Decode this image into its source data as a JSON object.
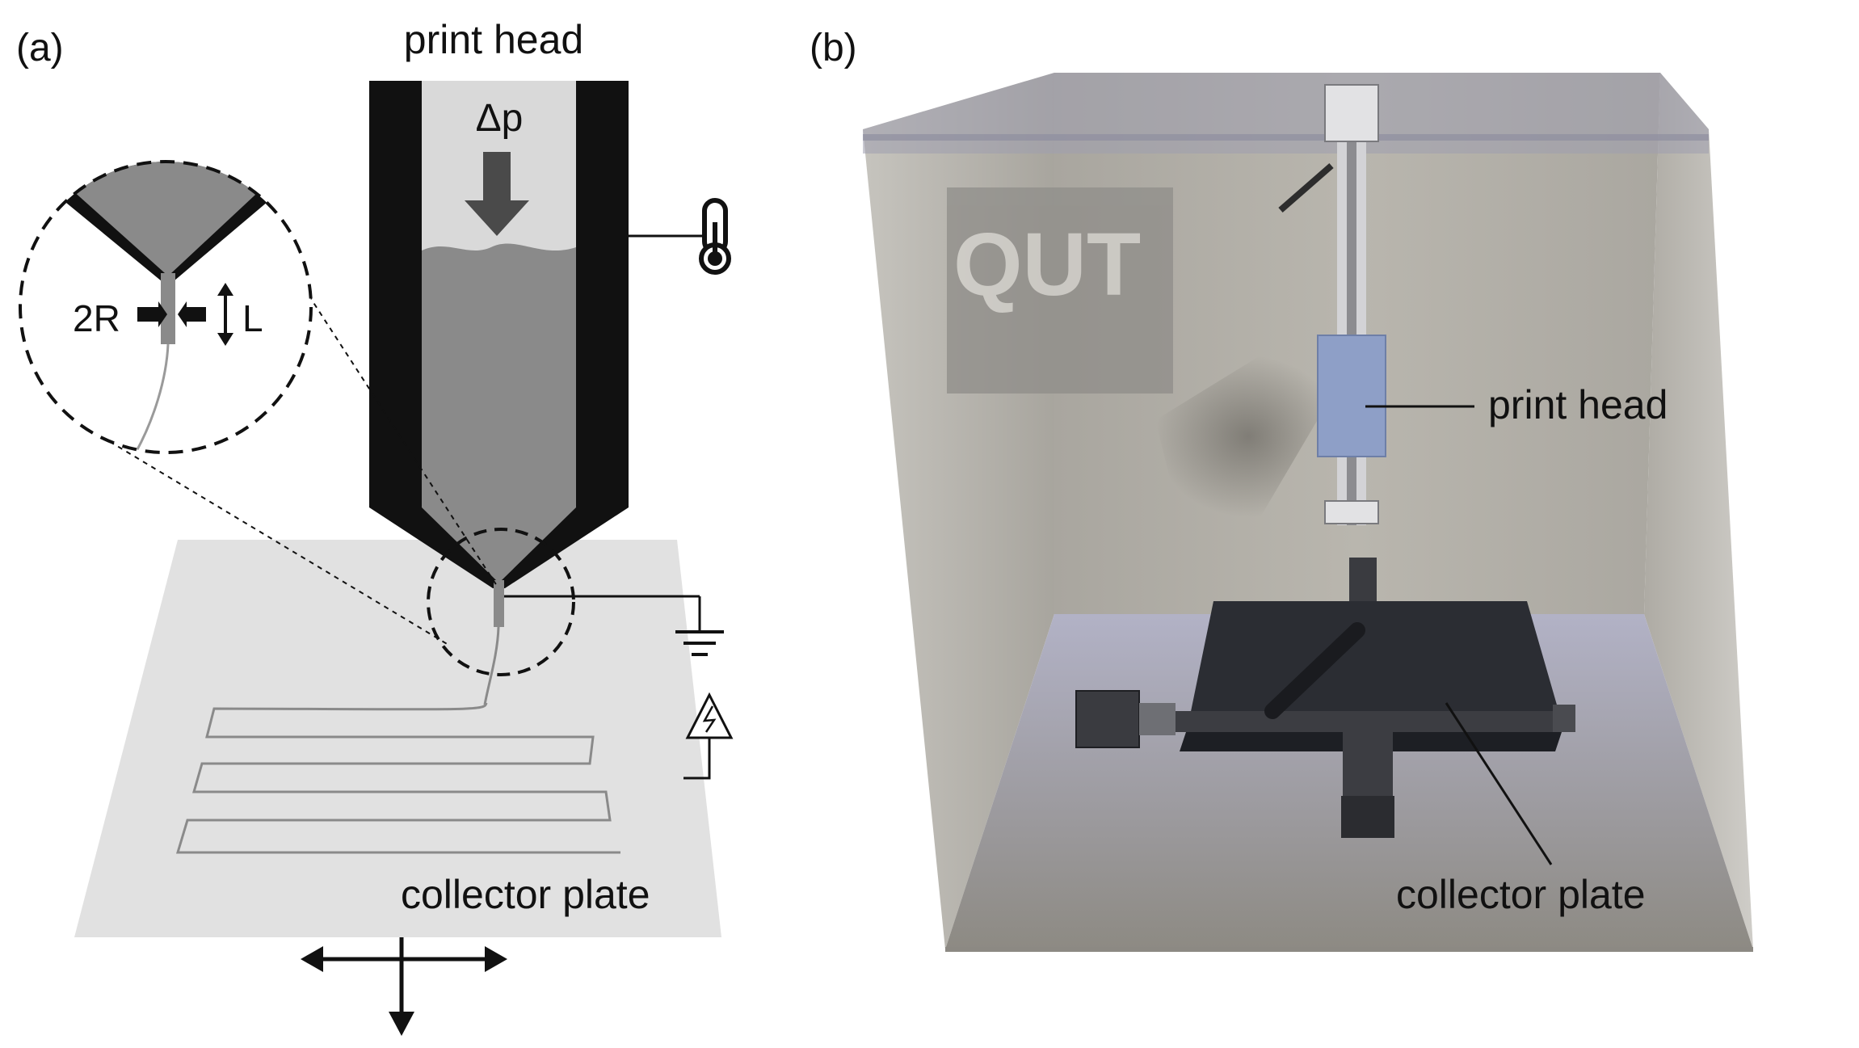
{
  "panel_a": {
    "tag": "(a)",
    "print_head_label": "print head",
    "pressure_label": "Δp",
    "nozzle_diameter_label": "2R",
    "nozzle_length_label": "L",
    "collector_label": "collector plate",
    "icons": [
      "thermometer-icon",
      "ground-icon",
      "high-voltage-icon",
      "xy-axes-icon"
    ]
  },
  "panel_b": {
    "tag": "(b)",
    "print_head_label": "print head",
    "collector_label": "collector plate",
    "logo_text": "QUT"
  },
  "colors": {
    "black": "#111111",
    "nozzle_gray": "#8a8a8a",
    "reservoir_light": "#d9d9d9",
    "plate_gray": "#e1e1e1",
    "enclosure_gray": "#a7a49d",
    "print_head_blue": "#8e9fc7",
    "stage_dark": "#2b2d33",
    "floor_blue": "#b6b6c9"
  }
}
